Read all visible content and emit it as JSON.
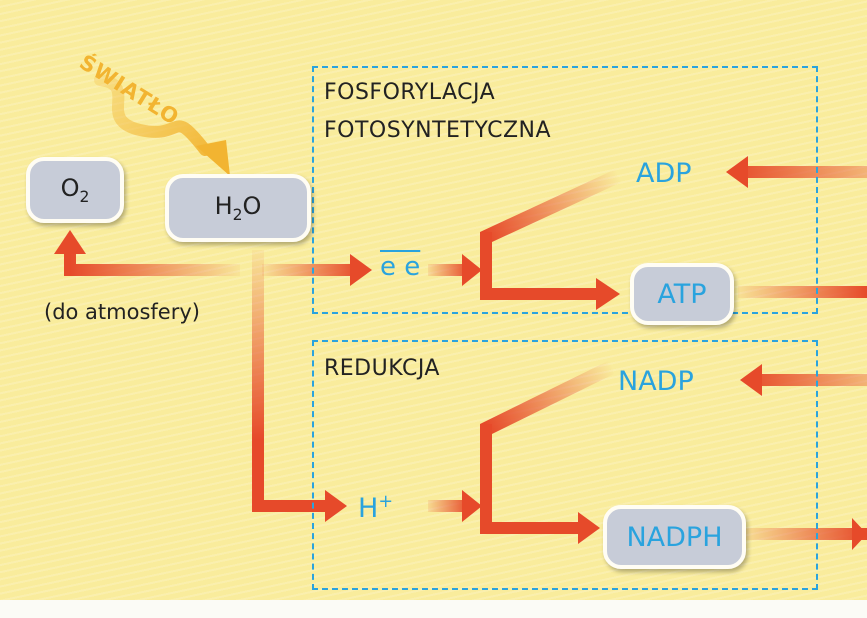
{
  "light": "ŚWIATŁO",
  "nodes": {
    "o2": {
      "base": "O",
      "sub": "2"
    },
    "h2o": {
      "a": "H",
      "sub": "2",
      "b": "O"
    },
    "atp": "ATP",
    "nadph": "NADPH"
  },
  "labels": {
    "atmosphere": "(do atmosfery)",
    "phosphorylation": "FOSFORYLACJA",
    "phosphorylation_2": "FOTOSYNTETYCZNA",
    "reduction": "REDUKCJA",
    "adp": "ADP",
    "nadp": "NADP",
    "electrons": "e e",
    "proton": "H",
    "proton_sup": "+"
  },
  "colors": {
    "background": "#f9ec9c",
    "arrow": "#e64a2a",
    "light_arrow": "#f2b431",
    "accent_blue": "#2aa3de",
    "box": "#c7ccd8"
  }
}
